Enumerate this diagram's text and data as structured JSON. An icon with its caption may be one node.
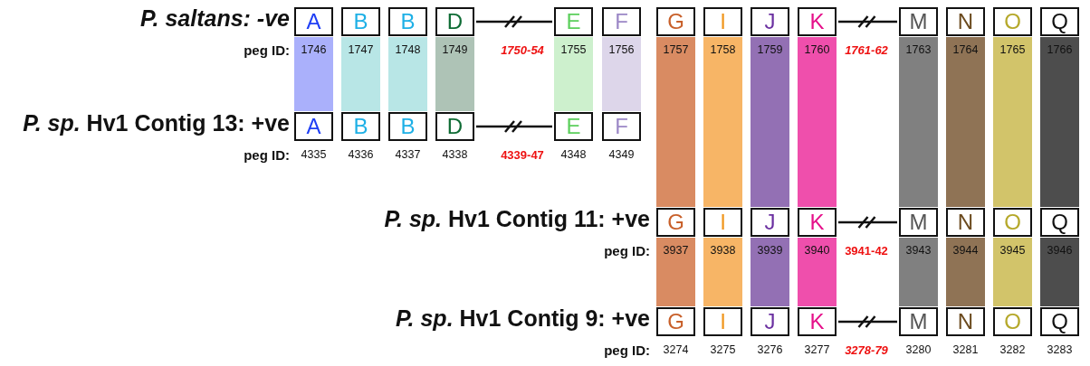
{
  "diagram": {
    "nodes": [
      {
        "text": [
          "A"
        ],
        "beside": [
          "1746"
        ]
      },
      {
        "text": [
          "B"
        ],
        "beside": [
          "1747"
        ]
      },
      {
        "text": [
          "B"
        ],
        "beside": [
          "1748"
        ]
      },
      {
        "text": [
          "D"
        ],
        "beside": [
          "1749"
        ]
      },
      {
        "text": [
          "E"
        ],
        "beside": [
          "1755"
        ]
      },
      {
        "text": [
          "F"
        ],
        "beside": [
          "1756"
        ]
      },
      {
        "text": [
          "G"
        ],
        "beside": [
          "1757"
        ]
      },
      {
        "text": [
          "I"
        ],
        "beside": [
          "1758"
        ]
      },
      {
        "text": [
          "J"
        ],
        "beside": [
          "1759"
        ]
      },
      {
        "text": [
          "K"
        ],
        "beside": [
          "1760"
        ]
      },
      {
        "text": [
          "M"
        ],
        "beside": [
          "1763"
        ]
      },
      {
        "text": [
          "N"
        ],
        "beside": [
          "1764"
        ]
      },
      {
        "text": [
          "O"
        ],
        "beside": [
          "1765"
        ]
      },
      {
        "text": [
          "Q"
        ],
        "beside": [
          "1766"
        ]
      },
      {
        "text": [
          "A"
        ],
        "beside": [
          "4335"
        ]
      },
      {
        "text": [
          "B"
        ],
        "beside": [
          "4336"
        ]
      },
      {
        "text": [
          "B"
        ],
        "beside": [
          "4337"
        ]
      },
      {
        "text": [
          "D"
        ],
        "beside": [
          "4338"
        ]
      },
      {
        "text": [
          "E"
        ],
        "beside": [
          "4348"
        ]
      },
      {
        "text": [
          "F"
        ],
        "beside": [
          "4349"
        ]
      },
      {
        "text": [
          "G"
        ],
        "beside": [
          "3937"
        ]
      },
      {
        "text": [
          "I"
        ],
        "beside": [
          "3938"
        ]
      },
      {
        "text": [
          "J"
        ],
        "beside": [
          "3939"
        ]
      },
      {
        "text": [
          "K"
        ],
        "beside": [
          "3940"
        ]
      },
      {
        "text": [
          "M"
        ],
        "beside": [
          "3943"
        ]
      },
      {
        "text": [
          "N"
        ],
        "beside": [
          "3944"
        ]
      },
      {
        "text": [
          "O"
        ],
        "beside": [
          "3945"
        ]
      },
      {
        "text": [
          "Q"
        ],
        "beside": [
          "3946"
        ]
      },
      {
        "text": [
          "G"
        ],
        "beside": [
          "3274"
        ]
      },
      {
        "text": [
          "I"
        ],
        "beside": [
          "3275"
        ]
      },
      {
        "text": [
          "J"
        ],
        "beside": [
          "3276"
        ]
      },
      {
        "text": [
          "K"
        ],
        "beside": [
          "3277"
        ]
      },
      {
        "text": [
          "M"
        ],
        "beside": [
          "3280"
        ]
      },
      {
        "text": [
          "N"
        ],
        "beside": [
          "3281"
        ]
      },
      {
        "text": [
          "O"
        ],
        "beside": [
          "3282"
        ]
      },
      {
        "text": [
          "Q"
        ],
        "beside": [
          "3283"
        ]
      }
    ],
    "edges": [
      {
        "from": 0,
        "to": 14,
        "arrow": "none",
        "color": "#aab0fb"
      },
      {
        "from": 1,
        "to": 15,
        "arrow": "none",
        "color": "#b8e6e6"
      },
      {
        "from": 2,
        "to": 16,
        "arrow": "none",
        "color": "#b8e6e6"
      },
      {
        "from": 3,
        "to": 17,
        "arrow": "none",
        "color": "#aec3b6"
      },
      {
        "from": 4,
        "to": 18,
        "arrow": "none",
        "color": "#cdf0cd"
      },
      {
        "from": 5,
        "to": 19,
        "arrow": "none",
        "color": "#ddd6ea"
      },
      {
        "from": 6,
        "to": 20,
        "arrow": "none",
        "color": "#d98b62"
      },
      {
        "from": 7,
        "to": 21,
        "arrow": "none",
        "color": "#f7b566"
      },
      {
        "from": 8,
        "to": 22,
        "arrow": "none",
        "color": "#9370b4"
      },
      {
        "from": 9,
        "to": 23,
        "arrow": "none",
        "color": "#ef4fac"
      },
      {
        "from": 10,
        "to": 24,
        "arrow": "none",
        "color": "#808080"
      },
      {
        "from": 11,
        "to": 25,
        "arrow": "none",
        "color": "#8f7355"
      },
      {
        "from": 12,
        "to": 26,
        "arrow": "none",
        "color": "#d2c46a"
      },
      {
        "from": 13,
        "to": 27,
        "arrow": "none",
        "color": "#4d4d4d"
      },
      {
        "from": 20,
        "to": 28,
        "arrow": "none",
        "color": "#d98b62"
      },
      {
        "from": 21,
        "to": 29,
        "arrow": "none",
        "color": "#f7b566"
      },
      {
        "from": 22,
        "to": 30,
        "arrow": "none",
        "color": "#9370b4"
      },
      {
        "from": 23,
        "to": 31,
        "arrow": "none",
        "color": "#ef4fac"
      },
      {
        "from": 24,
        "to": 32,
        "arrow": "none",
        "color": "#808080"
      },
      {
        "from": 25,
        "to": 33,
        "arrow": "none",
        "color": "#8f7355"
      },
      {
        "from": 26,
        "to": 34,
        "arrow": "none",
        "color": "#d2c46a"
      },
      {
        "from": 27,
        "to": 35,
        "arrow": "none",
        "color": "#4d4d4d"
      },
      {
        "from": 3,
        "to": 4,
        "arrow": "none"
      },
      {
        "from": 9,
        "to": 10,
        "arrow": "none"
      },
      {
        "from": 17,
        "to": 18,
        "arrow": "none"
      },
      {
        "from": 23,
        "to": 24,
        "arrow": "none"
      },
      {
        "from": 31,
        "to": 32,
        "arrow": "none"
      }
    ],
    "labels": [
      "P. saltans: -ve",
      "peg ID:",
      "1750-54",
      "1761-62",
      "*P. sp.* Hv1 Contig 13: +ve",
      "peg ID:",
      "4339-47",
      "*P. sp.* Hv1 Contig 11: +ve",
      "peg ID:",
      "3941-42",
      "*P. sp.* Hv1 Contig 9: +ve",
      "peg ID:",
      "3278-79"
    ]
  }
}
